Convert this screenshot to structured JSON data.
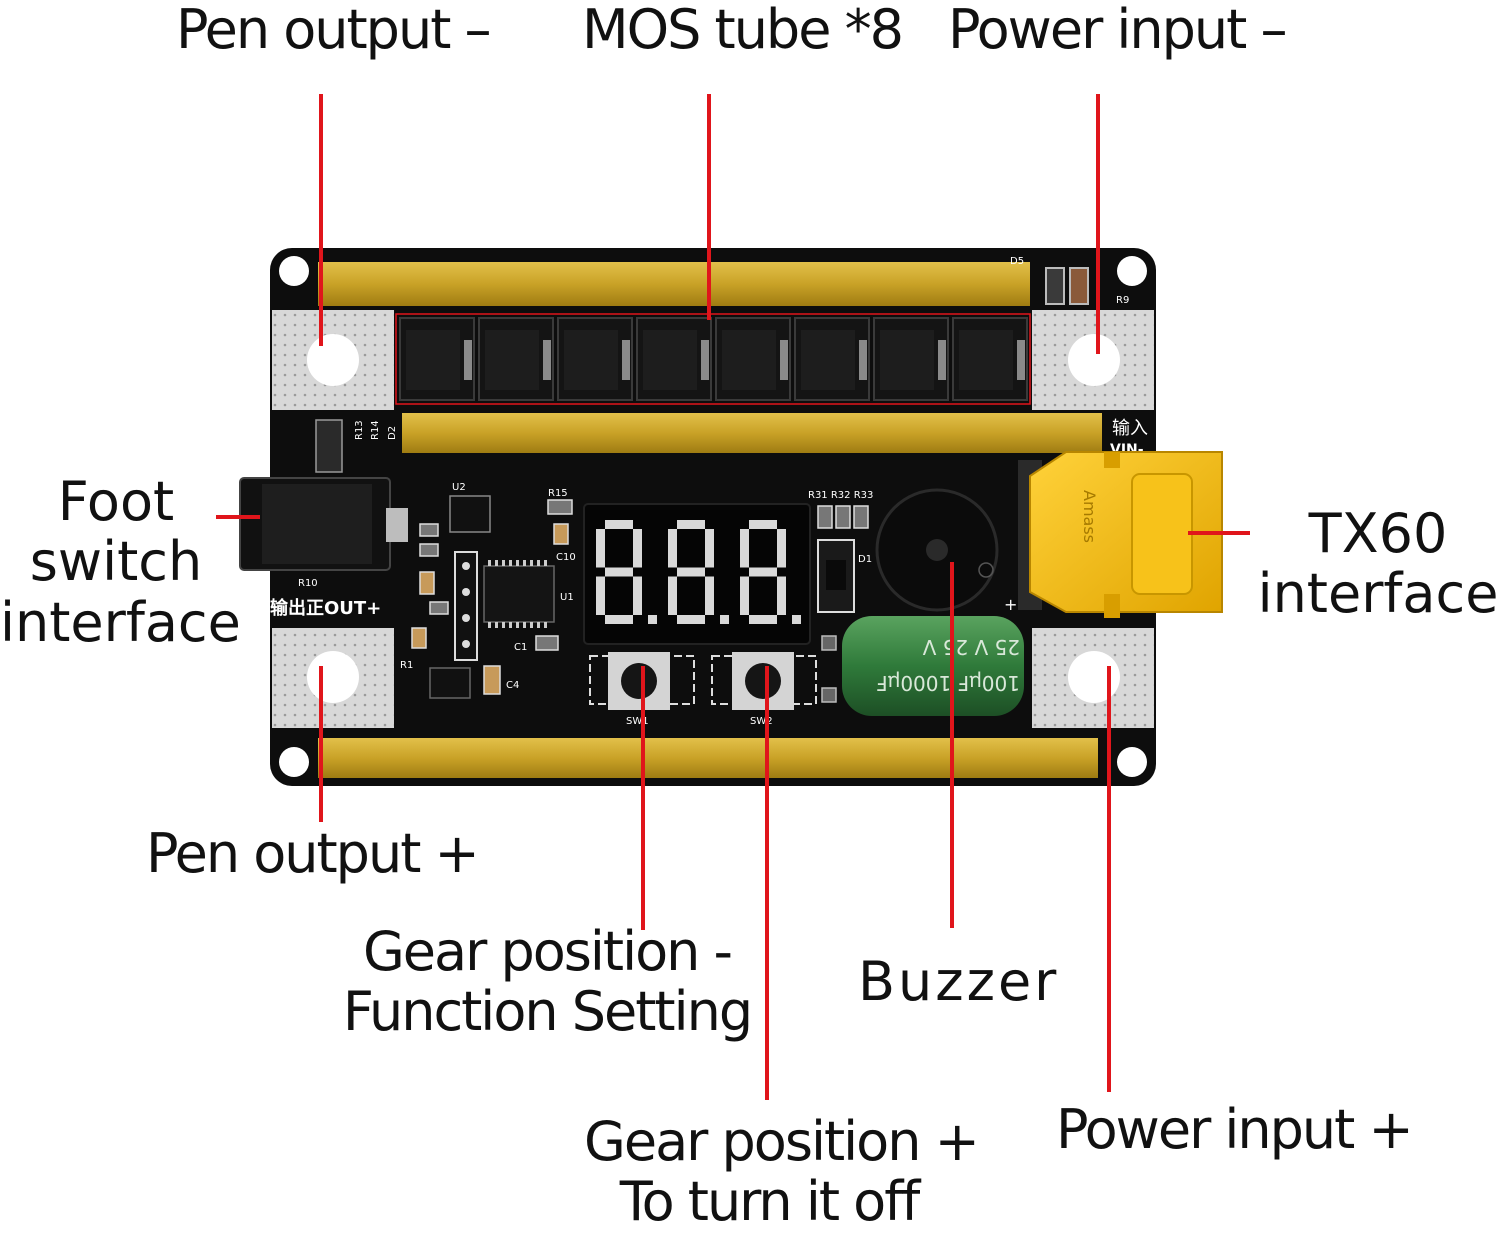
{
  "labels": {
    "pen_output_minus": "Pen output  –",
    "mos_tube": "MOS tube *8",
    "power_input_minus": "Power input  –",
    "foot_switch": [
      "Foot",
      "switch",
      "interface"
    ],
    "tx60": [
      "TX60",
      "interface"
    ],
    "pen_output_plus": "Pen output +",
    "gear_minus": [
      "Gear position -",
      "Function Setting"
    ],
    "buzzer": "Buzzer",
    "gear_plus": [
      "Gear position +",
      "To turn it off"
    ],
    "power_input_plus": "Power input +"
  },
  "board": {
    "display_digits": "8.8.8.",
    "silkscreen": {
      "out_plus": "输出正OUT+",
      "input": "输入",
      "vin": "VIN-",
      "d5": "D5",
      "r9": "R9",
      "u2": "U2",
      "u1": "U1",
      "r15": "R15",
      "c10": "C10",
      "r31_33": "R31 R32 R33",
      "d1": "D1",
      "r10": "R10",
      "c1": "C1",
      "c4": "C4",
      "r1": "R1",
      "r13": "R13",
      "r14": "R14",
      "d2": "D2",
      "sw1": "SW1",
      "sw2": "SW2",
      "plus": "+"
    },
    "capacitor_text": [
      "25  V  25  V",
      "100µF 1000µF"
    ],
    "connector_brand": "Amass"
  },
  "colors": {
    "pcb": "#0d0d0d",
    "gold": "#c9a227",
    "pad": "#d8d8d8",
    "leader": "#e0151b",
    "connector": "#f2b705",
    "capacitor": "#2f7a3a",
    "segment": "#d9d9d9"
  }
}
